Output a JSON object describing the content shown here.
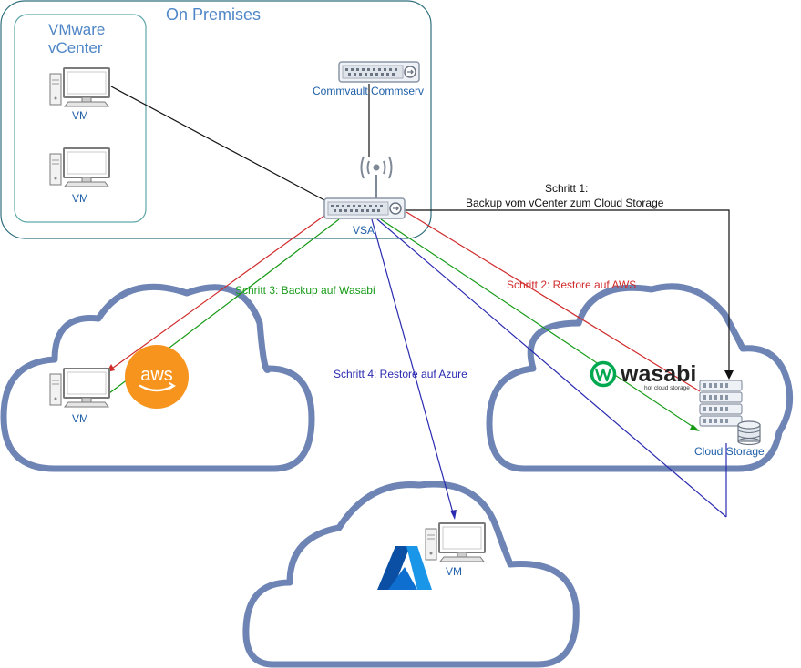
{
  "on_premises": {
    "title": "On Premises",
    "vcenter": {
      "title_line1": "VMware",
      "title_line2": "vCenter",
      "vm1_label": "VM",
      "vm2_label": "VM"
    },
    "commserv_label": "Commvault Commserv",
    "vsa_label": "VSA"
  },
  "steps": {
    "step1_line1": "Schritt 1:",
    "step1_line2": "Backup vom vCenter zum Cloud Storage",
    "step2": "Schritt 2: Restore auf AWS",
    "step3": "Schritt 3: Backup auf Wasabi",
    "step4": "Schritt 4: Restore auf Azure"
  },
  "clouds": {
    "aws": {
      "logo_text": "aws",
      "vm_label": "VM"
    },
    "wasabi": {
      "logo_text": "wasabi",
      "logo_tagline": "hot cloud storage",
      "storage_label": "Cloud Storage"
    },
    "azure": {
      "vm_label": "VM"
    }
  },
  "colors": {
    "step1": "#111111",
    "step2": "#d12a2a",
    "step3": "#159a15",
    "step4": "#2a2ab0",
    "cloud_outline": "#6e84b4",
    "on_prem_border": "#2f6f7e",
    "aws_orange": "#f7941d",
    "wasabi_green": "#00a850",
    "azure_blue": "#0078d4"
  },
  "icons": [
    "computer-icon",
    "network-switch-icon",
    "wifi-antenna-icon",
    "server-rack-icon",
    "database-icon",
    "aws-logo",
    "wasabi-logo",
    "azure-logo"
  ]
}
